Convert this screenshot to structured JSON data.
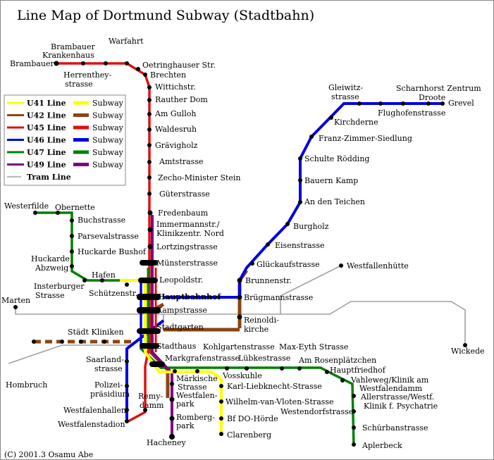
{
  "title": "Line Map of Dortmund Subway (Stadtbahn)",
  "copyright": "(C) 2001.3 Osamu Abe",
  "colors": {
    "U41": "#ffff00",
    "U42": "#8b4513",
    "U45": "#e01010",
    "U46": "#0000e0",
    "U47": "#008000",
    "U49": "#800080",
    "tram": "#a0a0a0",
    "station": "#000000"
  },
  "legend": [
    {
      "line": "U41 Line",
      "kind": "Subway",
      "color_key": "U41"
    },
    {
      "line": "U42 Line",
      "kind": "Subway",
      "color_key": "U42"
    },
    {
      "line": "U45 Line",
      "kind": "Subway",
      "color_key": "U45"
    },
    {
      "line": "U46 Line",
      "kind": "Subway",
      "color_key": "U46"
    },
    {
      "line": "U47 Line",
      "kind": "Subway",
      "color_key": "U47"
    },
    {
      "line": "U49 Line",
      "kind": "Subway",
      "color_key": "U49"
    },
    {
      "line": "Tram Line",
      "kind": "",
      "color_key": "tram"
    }
  ],
  "stations": {
    "brambauer": "Brambauer",
    "brambauer_kh_1": "Brambauer",
    "brambauer_kh_2": "Krankenhaus",
    "warfahrt": "Warfahrt",
    "oetringhauser": "Oetringhauser Str.",
    "herrenthey_1": "Herrenthey-",
    "herrenthey_2": "strasse",
    "brechten": "Brechten",
    "wittichstr": "Wittichstr.",
    "rauther_dom": "Rauther Dom",
    "am_gulloh": "Am Gulloh",
    "waldesruh": "Waldesruh",
    "gravigholz": "Grävigholz",
    "amtstrasse": "Amtstrasse",
    "zecho": "Zecho-Minister Stein",
    "guterstrasse": "Güterstrasse",
    "fredenbaum": "Fredenbaum",
    "immermann_1": "Immermannstr./",
    "immermann_2": "Klinikzentr. Nord",
    "lortzing": "Lortzingstrasse",
    "munster": "Münsterstrasse",
    "leopold": "Leopoldstr.",
    "hauptbahnhof": "Hauptbahnhof",
    "kampstrasse": "Kampstrasse",
    "stadtgarten": "Stadtgarten",
    "stadthaus": "Stadthaus",
    "markgrafen": "Markgrafenstrasse",
    "markische_1": "Märkische",
    "markische_2": "Strasse",
    "westfalenpark_1": "Westfalen-",
    "westfalenpark_2": "park",
    "romberg_1": "Romberg-",
    "romberg_2": "park",
    "hacheney": "Hacheney",
    "vosskuhle": "Vosskuhle",
    "karl_lieb": "Karl-Liebknecht-Strasse",
    "wilhelm": "Wilhelm-van-Vloten-Strasse",
    "bf_do_horde": "Bf DO-Hörde",
    "clarenberg": "Clarenberg",
    "kohlgarten": "Kohlgartenstrasse",
    "lubke": "Lübkestrasse",
    "max_eyth": "Max-Eyth Strasse",
    "rosenplatz": "Am Rosenplätzchen",
    "hauptfriedhof": "Hauptfriedhof",
    "vahleweg_1": "Vahleweg/Klinik am",
    "vahleweg_2": "Westfalendamm",
    "allerstrasse_1": "Allerstrasse/Westf.",
    "allerstrasse_2": "Klinik f. Psychatrie",
    "westendorf": "Westendorfstrasse",
    "schurbann": "Schürbanstrasse",
    "aplerbeck": "Aplerbeck",
    "westerfilde": "Westerfilde",
    "obernette": "Obernette",
    "buchstrasse": "Buchstrasse",
    "parseval": "Parsevalstrasse",
    "huckarde_bus": "Huckarde Bushof",
    "huckarde_abz_1": "Huckarde",
    "huckarde_abz_2": "Abzweig",
    "hafen": "Hafen",
    "insterburger_1": "Insterburger",
    "insterburger_2": "Strasse",
    "schutzen": "Schützenstr.",
    "marten": "Marten",
    "stadt_kliniken": "Städt Kliniken",
    "saarland_1": "Saarland-",
    "saarland_2": "strasse",
    "hombruch": "Hombruch",
    "polizei_1": "Polizei-",
    "polizei_2": "präsidium",
    "remydamm_1": "Remy-",
    "remydamm_2": "damm",
    "westfalenhallen": "Westfalenhallen",
    "westfalenstadion": "Westfalenstadion",
    "gleiwitz_1": "Gleiwitz-",
    "gleiwitz_2": "strasse",
    "scharnhorst": "Scharnhorst Zentrum",
    "droote": "Droote",
    "grevel": "Grevel",
    "kirchderne": "Kirchderne",
    "flughofen": "Flughofenstrasse",
    "franz_zimmer": "Franz-Zimmer-Siedlung",
    "schulte": "Schulte Rödding",
    "bauern": "Bauern Kamp",
    "teichen": "An den Teichen",
    "burgholz": "Burgholz",
    "eisen": "Eisenstrasse",
    "gluckauf": "Glückaufstrasse",
    "westfalenhutte": "Westfallenhütte",
    "brunnen": "Brunnenstr.",
    "brugmann": "Brügmannstrasse",
    "reinoldi_1": "Reinoldi-",
    "reinoldi_2": "kirche",
    "wickede": "Wickede"
  }
}
